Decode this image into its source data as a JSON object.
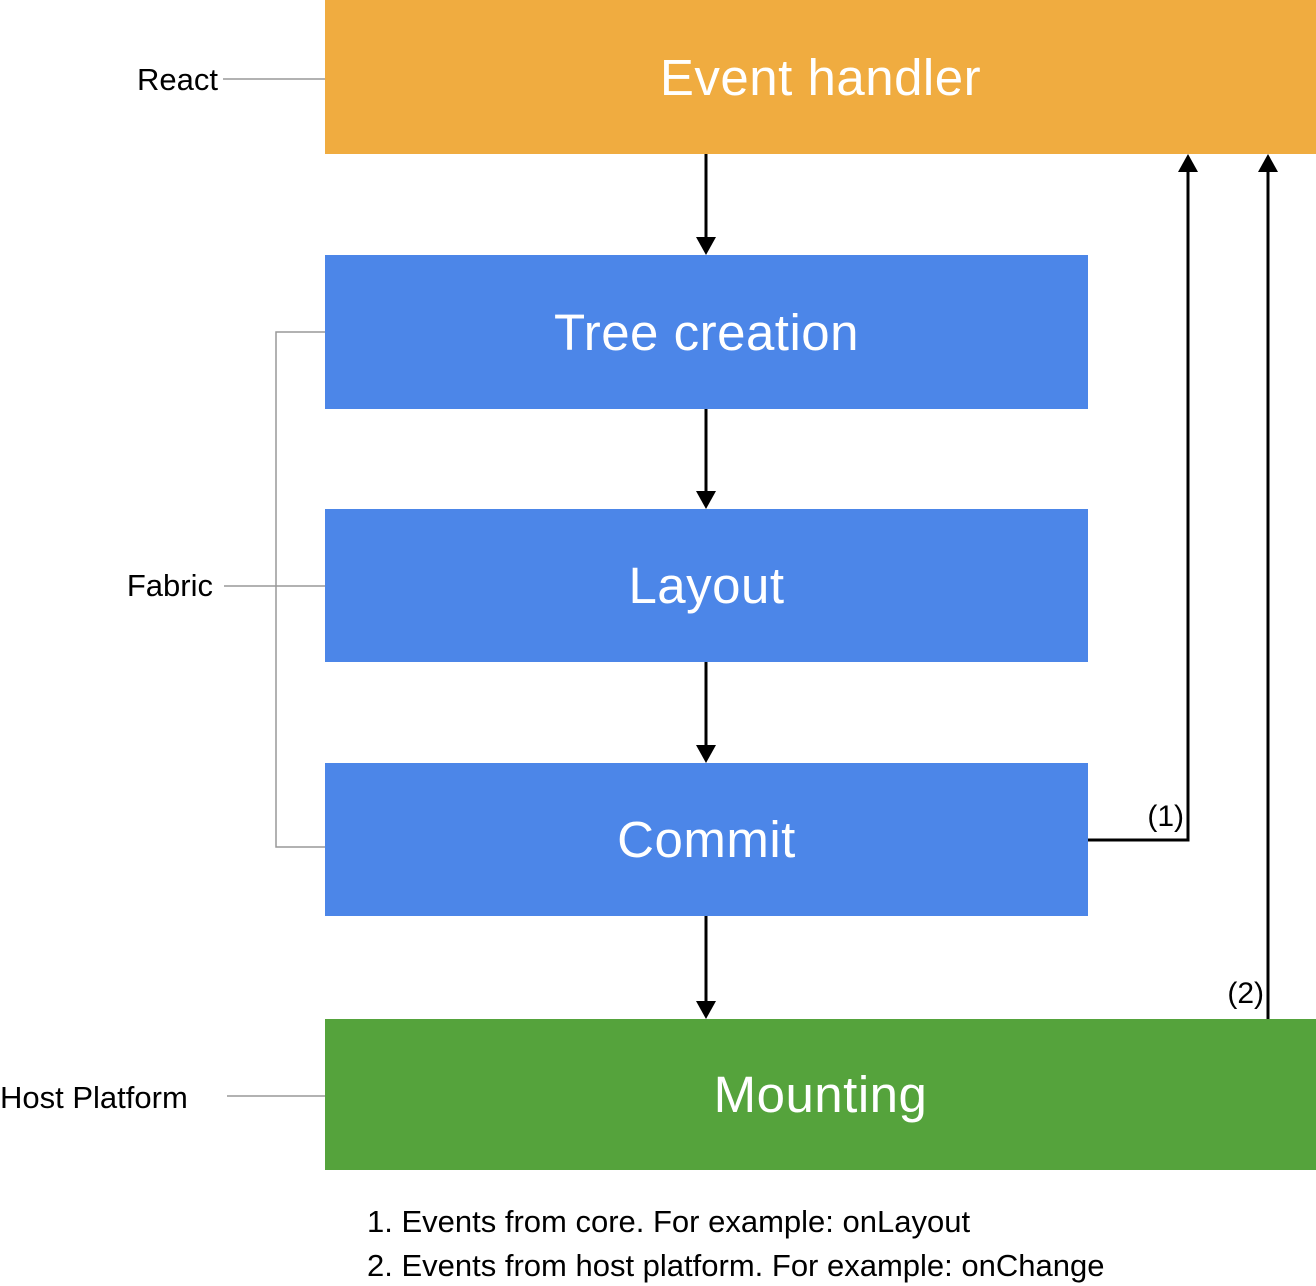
{
  "diagram": {
    "title_hint": "Fabric render pipeline",
    "colors": {
      "event_handler": "#F0AC40",
      "fabric_stage": "#4C86E8",
      "mounting": "#55A33C"
    },
    "boxes": {
      "event_handler": {
        "label": "Event handler"
      },
      "tree_creation": {
        "label": "Tree creation"
      },
      "layout": {
        "label": "Layout"
      },
      "commit": {
        "label": "Commit"
      },
      "mounting": {
        "label": "Mounting"
      }
    },
    "side_labels": {
      "react": "React",
      "fabric": "Fabric",
      "host_platform": "Host Platform"
    },
    "annotations": {
      "one": "(1)",
      "two": "(2)"
    },
    "footnotes": [
      "1. Events from core. For example: onLayout",
      "2. Events from host platform. For example: onChange"
    ]
  }
}
